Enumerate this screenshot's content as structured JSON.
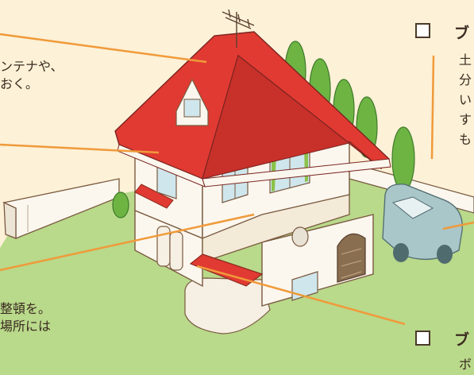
{
  "texts": {
    "top_left_line1": "ンテナや、",
    "top_left_line2": "おく。",
    "bottom_left_line1": "整頓を。",
    "bottom_left_line2": "場所には",
    "top_right_heading": "ブ",
    "top_right_lines": [
      "土",
      "分",
      "い",
      "す",
      "も"
    ],
    "bottom_right_heading": "ブ",
    "bottom_right_line1": "ボ"
  },
  "colors": {
    "background": "#fdf1d7",
    "lawn": "#b9d98b",
    "roof": "#e13a32",
    "leader_line": "#f09a3a",
    "tree": "#6db443",
    "car": "#a9c6c9"
  }
}
